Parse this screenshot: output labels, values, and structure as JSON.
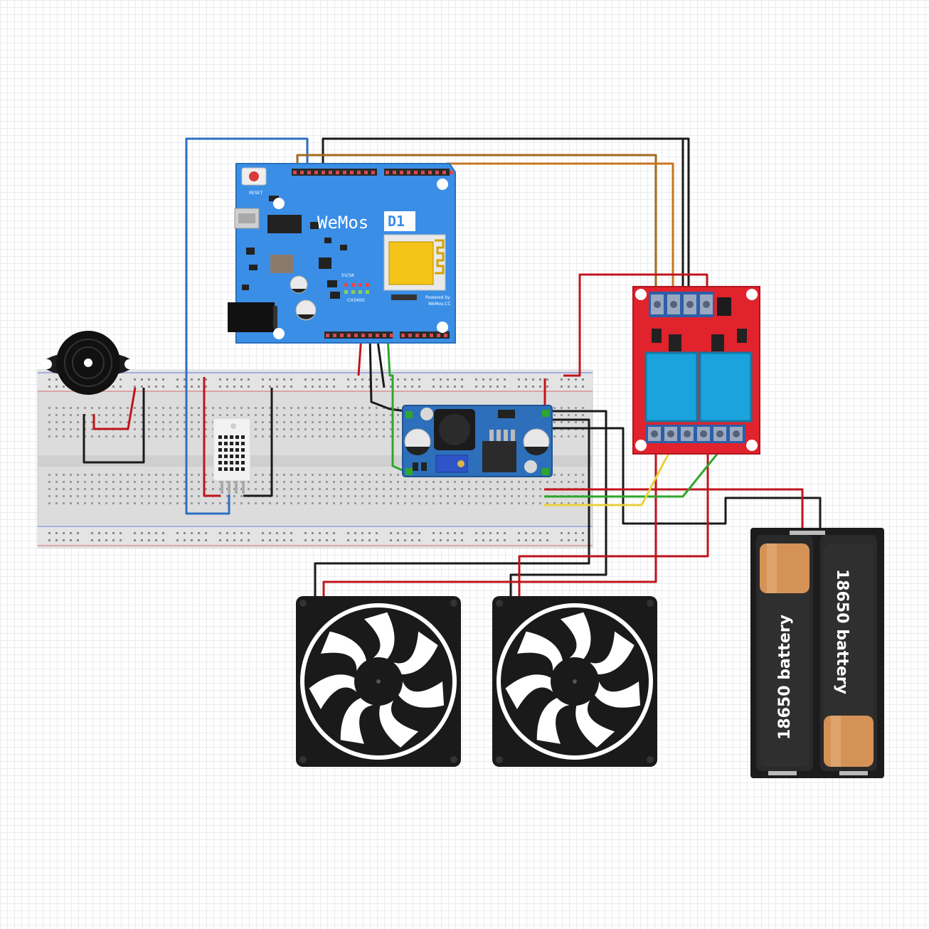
{
  "board": {
    "brand": "WeMos",
    "model": "D1",
    "reset_label": "RESET",
    "powered_by": "Powered by",
    "wemos_cc": "WeMos.CC",
    "chip_label": "CH340G",
    "power_label": "5V/3A"
  },
  "batteries": {
    "cell_1": "18650 battery",
    "cell_2": "18650 battery"
  },
  "colors": {
    "wire_red": "#c0141b",
    "wire_black": "#1a1a1a",
    "wire_blue": "#2f6fc0",
    "wire_green": "#2fa52f",
    "wire_yellow": "#e8d23a",
    "wire_orange": "#c9741f",
    "wire_brown": "#a36a1e",
    "board_blue": "#3a8ee6",
    "relay_red": "#e0232d",
    "module_blue": "#2d6fba"
  }
}
